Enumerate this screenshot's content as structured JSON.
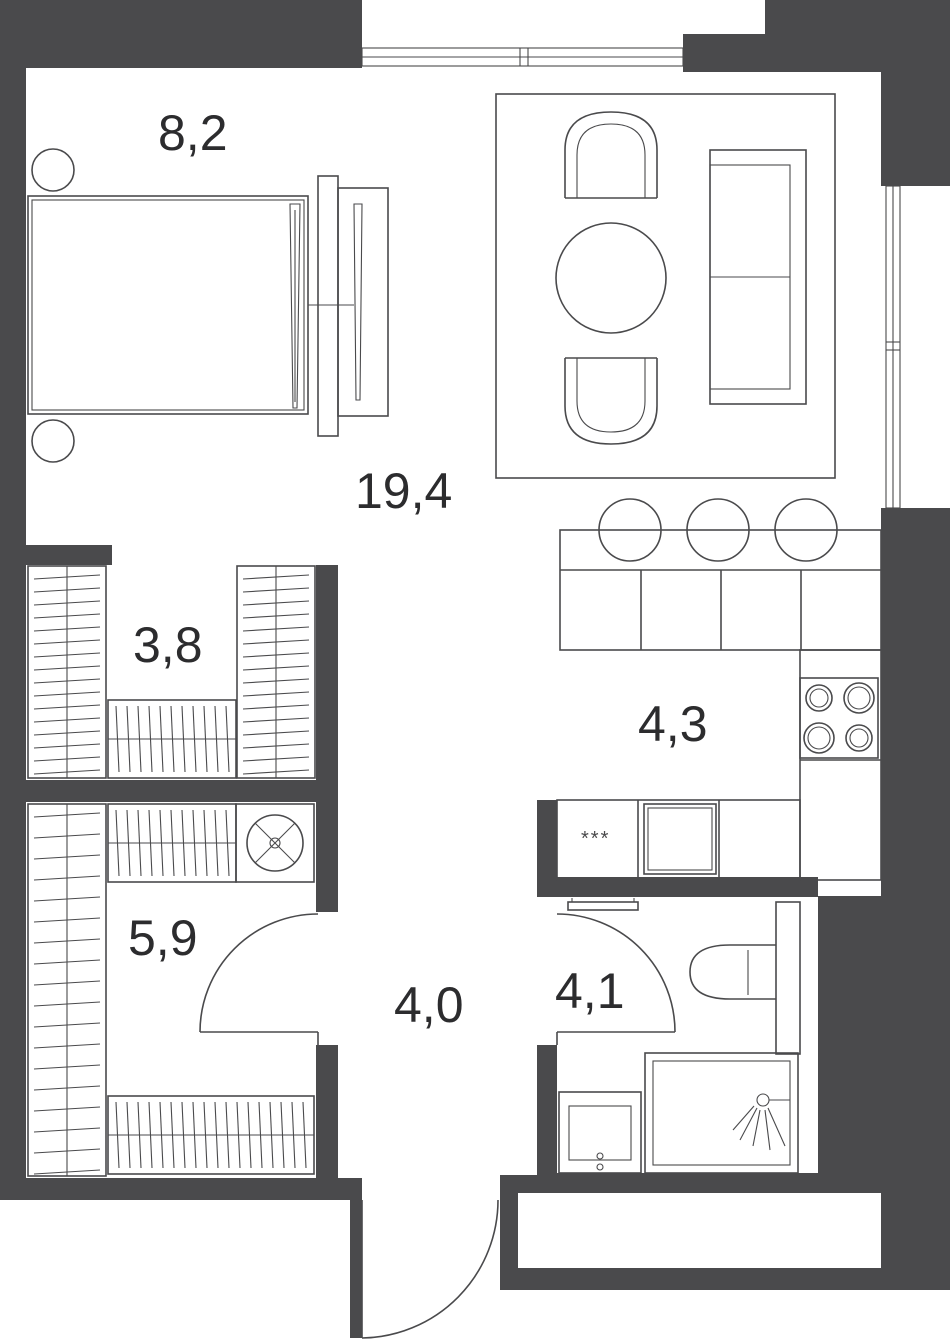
{
  "rooms": {
    "bedroom_area": "8,2",
    "living_area": "19,4",
    "wardrobe_area": "3,8",
    "kitchen_area": "4,3",
    "dressing_area": "5,9",
    "hall_area": "4,0",
    "bathroom_area": "4,1"
  },
  "appliance_mark": "***",
  "colors": {
    "wall": "#4a4a4c",
    "line": "#4a4a4c",
    "text": "#2c2c2e",
    "background": "#ffffff"
  },
  "icons": [
    "bed-icon",
    "nightstand-icon",
    "tv-stand-icon",
    "dining-table-icon",
    "chair-icon",
    "sofa-icon",
    "bar-stool-icon",
    "cooktop-icon",
    "sink-icon",
    "toilet-icon",
    "shower-icon",
    "washbasin-icon",
    "boiler-icon",
    "door-swing-icon",
    "window-icon"
  ]
}
